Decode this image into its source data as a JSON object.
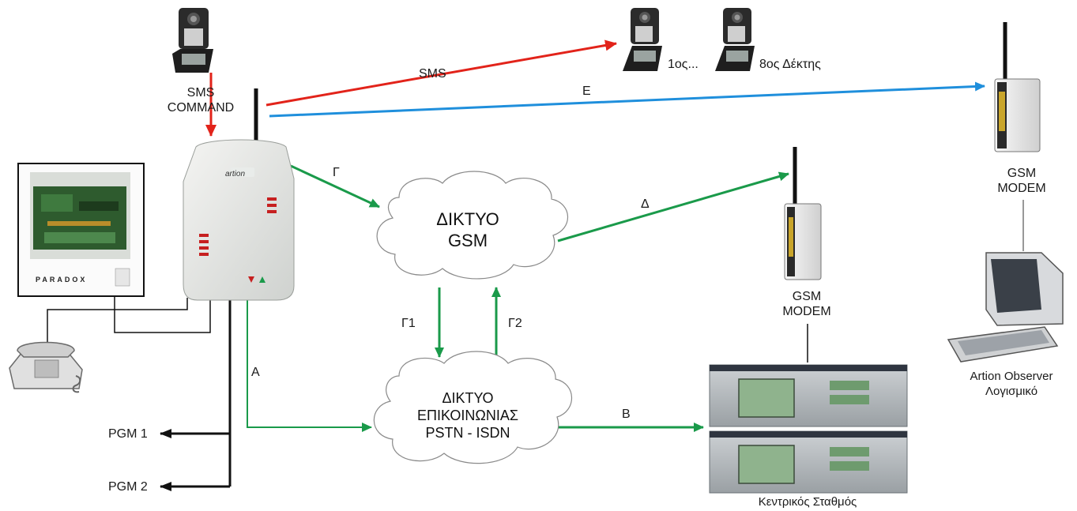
{
  "labels": {
    "sms_command_line1": "SMS",
    "sms_command_line2": "COMMAND",
    "sms": "SMS",
    "recipient_first": "1ος...",
    "recipient_eighth": "8ος Δέκτης",
    "path_e": "Ε",
    "path_g": "Γ",
    "path_d": "Δ",
    "path_g1": "Γ1",
    "path_g2": "Γ2",
    "path_a": "Α",
    "path_b": "Β",
    "pgm1": "PGM 1",
    "pgm2": "PGM 2"
  },
  "clouds": {
    "gsm_line1": "ΔΙΚΤΥΟ",
    "gsm_line2": "GSM",
    "pstn_line1": "ΔΙΚΤΥΟ",
    "pstn_line2": "ΕΠΙΚΟΙΝΩΝΙΑΣ",
    "pstn_line3": "PSTN - ISDN"
  },
  "devices": {
    "modem_center_line1": "GSM",
    "modem_center_line2": "MODEM",
    "modem_right_line1": "GSM",
    "modem_right_line2": "MODEM",
    "central_station": "Κεντρικός Σταθμός",
    "observer_line1": "Artion Observer",
    "observer_line2": "Λογισμικό",
    "communicator_brand": "artion",
    "panel_brand": "PARADOX"
  },
  "colors": {
    "sms_arrow": "#e2231a",
    "e_arrow": "#1f8fdc",
    "green_arrow": "#1a9a4a",
    "black_line": "#111111"
  },
  "icons": [
    "phone-icon",
    "antenna-icon",
    "computer-icon",
    "telephone-icon"
  ]
}
